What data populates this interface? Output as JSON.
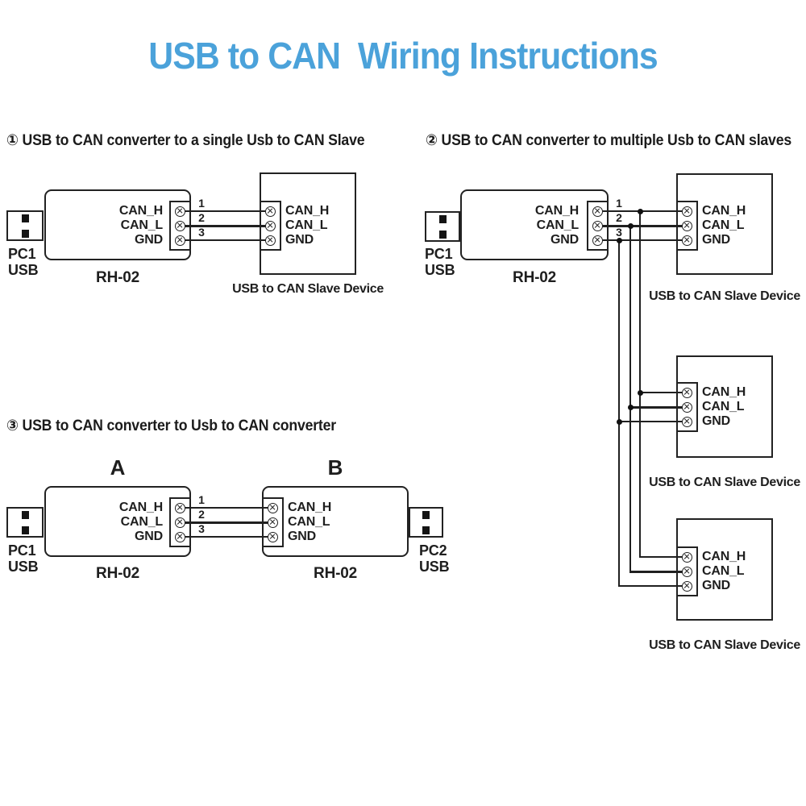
{
  "title": "USB to CAN  Wiring Instructions",
  "theme": {
    "accent": "#4BA2DA",
    "ink": "#1E1E1E",
    "line": "#202020"
  },
  "sections": {
    "s1": {
      "heading": "① USB to CAN converter to a single Usb to CAN Slave"
    },
    "s2": {
      "heading": "② USB to CAN converter to multiple Usb to CAN slaves"
    },
    "s3": {
      "heading": "③ USB to CAN converter to Usb to CAN converter"
    }
  },
  "labels": {
    "can_h": "CAN_H",
    "can_l": "CAN_L",
    "gnd": "GND",
    "model": "RH-02",
    "pc1": "PC1",
    "pc2": "PC2",
    "usb": "USB",
    "wire_1": "1",
    "wire_2": "2",
    "wire_3": "3",
    "slave_caption": "USB to CAN Slave Device",
    "converter_a": "A",
    "converter_b": "B"
  }
}
